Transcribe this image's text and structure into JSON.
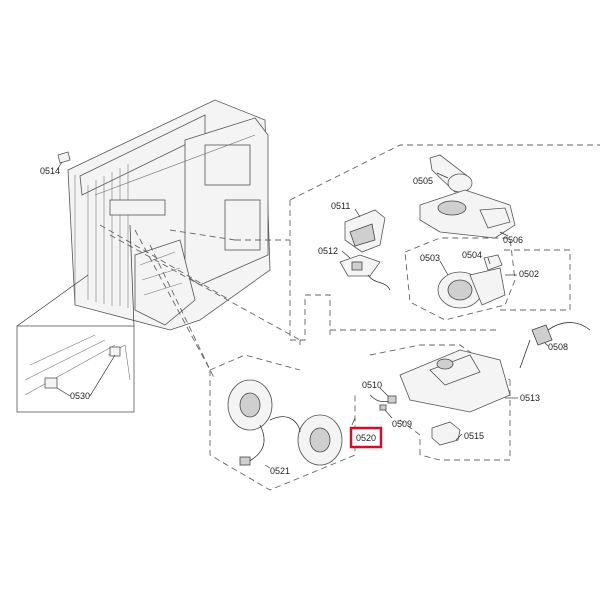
{
  "labels": {
    "p0514": "0514",
    "p0505": "0505",
    "p0511": "0511",
    "p0512": "0512",
    "p0506": "0506",
    "p0503": "0503",
    "p0504": "0504",
    "p0502": "0502",
    "p0508": "0508",
    "p0530": "0530",
    "p0510": "0510",
    "p0509": "0509",
    "p0513": "0513",
    "p0520": "0520",
    "p0515": "0515",
    "p0521": "0521"
  },
  "highlight_color": "#d0102a"
}
